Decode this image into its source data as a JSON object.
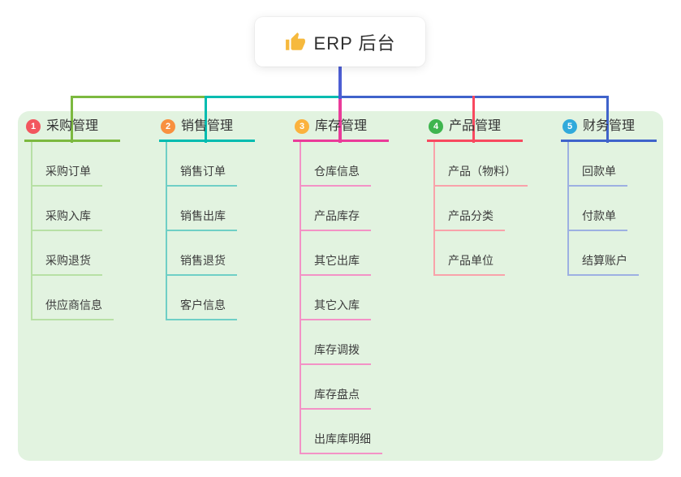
{
  "root": {
    "title": "ERP 后台",
    "icon": "thumbs-up-icon",
    "icon_color": "#f6b93d",
    "stem_color": "#4c5ed3"
  },
  "panel": {
    "background": "#e2f3e0"
  },
  "branches": [
    {
      "index": "1",
      "label": "采购管理",
      "badge_color": "#f2565e",
      "line_color": "#7cb93f",
      "item_line_color": "#b7e0a5",
      "items": [
        "采购订单",
        "采购入库",
        "采购退货",
        "供应商信息"
      ]
    },
    {
      "index": "2",
      "label": "销售管理",
      "badge_color": "#f8903f",
      "line_color": "#00bcb0",
      "item_line_color": "#6fcfc6",
      "items": [
        "销售订单",
        "销售出库",
        "销售退货",
        "客户信息"
      ]
    },
    {
      "index": "3",
      "label": "库存管理",
      "badge_color": "#fbb23d",
      "line_color": "#ea3b9a",
      "item_line_color": "#f392c6",
      "items": [
        "仓库信息",
        "产品库存",
        "其它出库",
        "其它入库",
        "库存调拨",
        "库存盘点",
        "出库库明细"
      ]
    },
    {
      "index": "4",
      "label": "产品管理",
      "badge_color": "#3eb54e",
      "line_color": "#f8495f",
      "item_line_color": "#f9a2aa",
      "items": [
        "产品（物料）",
        "产品分类",
        "产品单位"
      ]
    },
    {
      "index": "5",
      "label": "财务管理",
      "badge_color": "#30aadb",
      "line_color": "#3f63cb",
      "item_line_color": "#9db0e2",
      "items": [
        "回款单",
        "付款单",
        "结算账户"
      ]
    }
  ]
}
